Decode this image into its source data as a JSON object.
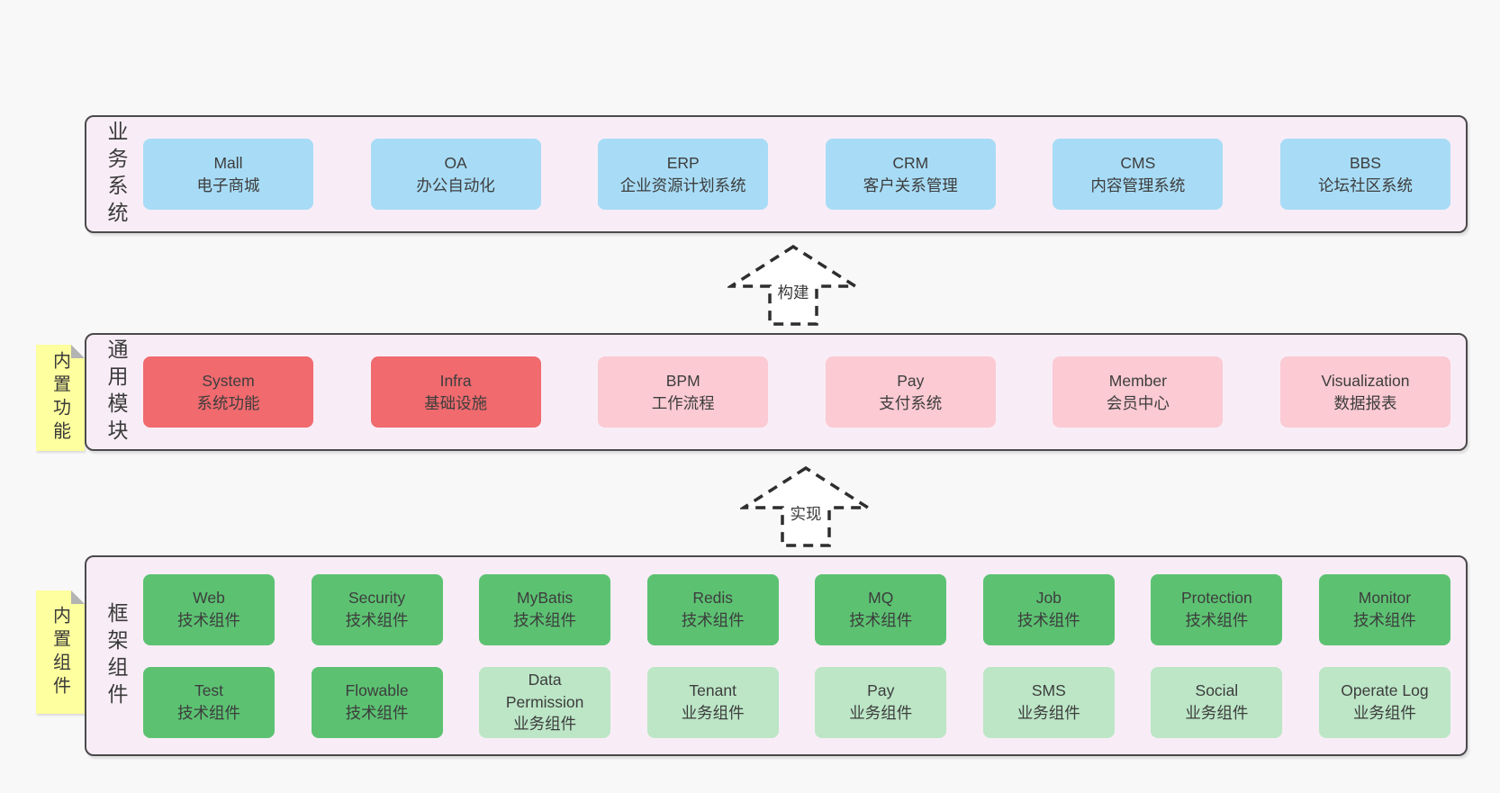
{
  "colors": {
    "page_bg": "#f8f8f8",
    "layer_bg": "#f8edf6",
    "layer_border": "#4a4a4a",
    "box_blue": "#a8dcf6",
    "box_red": "#f06a6e",
    "box_pink": "#fbcad3",
    "box_green": "#5cc272",
    "box_light_green": "#bce6c6",
    "sticky_yellow": "#feff9e",
    "sticky_fold": "#b3b3b3",
    "text": "#3d3d3d",
    "arrow_stroke": "#2e2e2e"
  },
  "layers": {
    "business": {
      "label": "业务系统",
      "boxes": [
        {
          "en": "Mall",
          "zh": "电子商城",
          "variant": "blue"
        },
        {
          "en": "OA",
          "zh": "办公自动化",
          "variant": "blue"
        },
        {
          "en": "ERP",
          "zh": "企业资源计划系统",
          "variant": "blue"
        },
        {
          "en": "CRM",
          "zh": "客户关系管理",
          "variant": "blue"
        },
        {
          "en": "CMS",
          "zh": "内容管理系统",
          "variant": "blue"
        },
        {
          "en": "BBS",
          "zh": "论坛社区系统",
          "variant": "blue"
        }
      ]
    },
    "modules": {
      "label": "通用模块",
      "sticky": "内置功能",
      "boxes": [
        {
          "en": "System",
          "zh": "系统功能",
          "variant": "red"
        },
        {
          "en": "Infra",
          "zh": "基础设施",
          "variant": "red"
        },
        {
          "en": "BPM",
          "zh": "工作流程",
          "variant": "pink"
        },
        {
          "en": "Pay",
          "zh": "支付系统",
          "variant": "pink"
        },
        {
          "en": "Member",
          "zh": "会员中心",
          "variant": "pink"
        },
        {
          "en": "Visualization",
          "zh": "数据报表",
          "variant": "pink"
        }
      ]
    },
    "components": {
      "label": "框架组件",
      "sticky": "内置组件",
      "row1": [
        {
          "en": "Web",
          "zh": "技术组件",
          "variant": "green"
        },
        {
          "en": "Security",
          "zh": "技术组件",
          "variant": "green"
        },
        {
          "en": "MyBatis",
          "zh": "技术组件",
          "variant": "green"
        },
        {
          "en": "Redis",
          "zh": "技术组件",
          "variant": "green"
        },
        {
          "en": "MQ",
          "zh": "技术组件",
          "variant": "green"
        },
        {
          "en": "Job",
          "zh": "技术组件",
          "variant": "green"
        },
        {
          "en": "Protection",
          "zh": "技术组件",
          "variant": "green"
        },
        {
          "en": "Monitor",
          "zh": "技术组件",
          "variant": "green"
        }
      ],
      "row2": [
        {
          "en": "Test",
          "zh": "技术组件",
          "variant": "green"
        },
        {
          "en": "Flowable",
          "zh": "技术组件",
          "variant": "green"
        },
        {
          "en": "Data Permission",
          "zh": "业务组件",
          "variant": "lightgreen"
        },
        {
          "en": "Tenant",
          "zh": "业务组件",
          "variant": "lightgreen"
        },
        {
          "en": "Pay",
          "zh": "业务组件",
          "variant": "lightgreen"
        },
        {
          "en": "SMS",
          "zh": "业务组件",
          "variant": "lightgreen"
        },
        {
          "en": "Social",
          "zh": "业务组件",
          "variant": "lightgreen"
        },
        {
          "en": "Operate Log",
          "zh": "业务组件",
          "variant": "lightgreen"
        }
      ]
    }
  },
  "arrows": {
    "build": "构建",
    "implement": "实现"
  }
}
